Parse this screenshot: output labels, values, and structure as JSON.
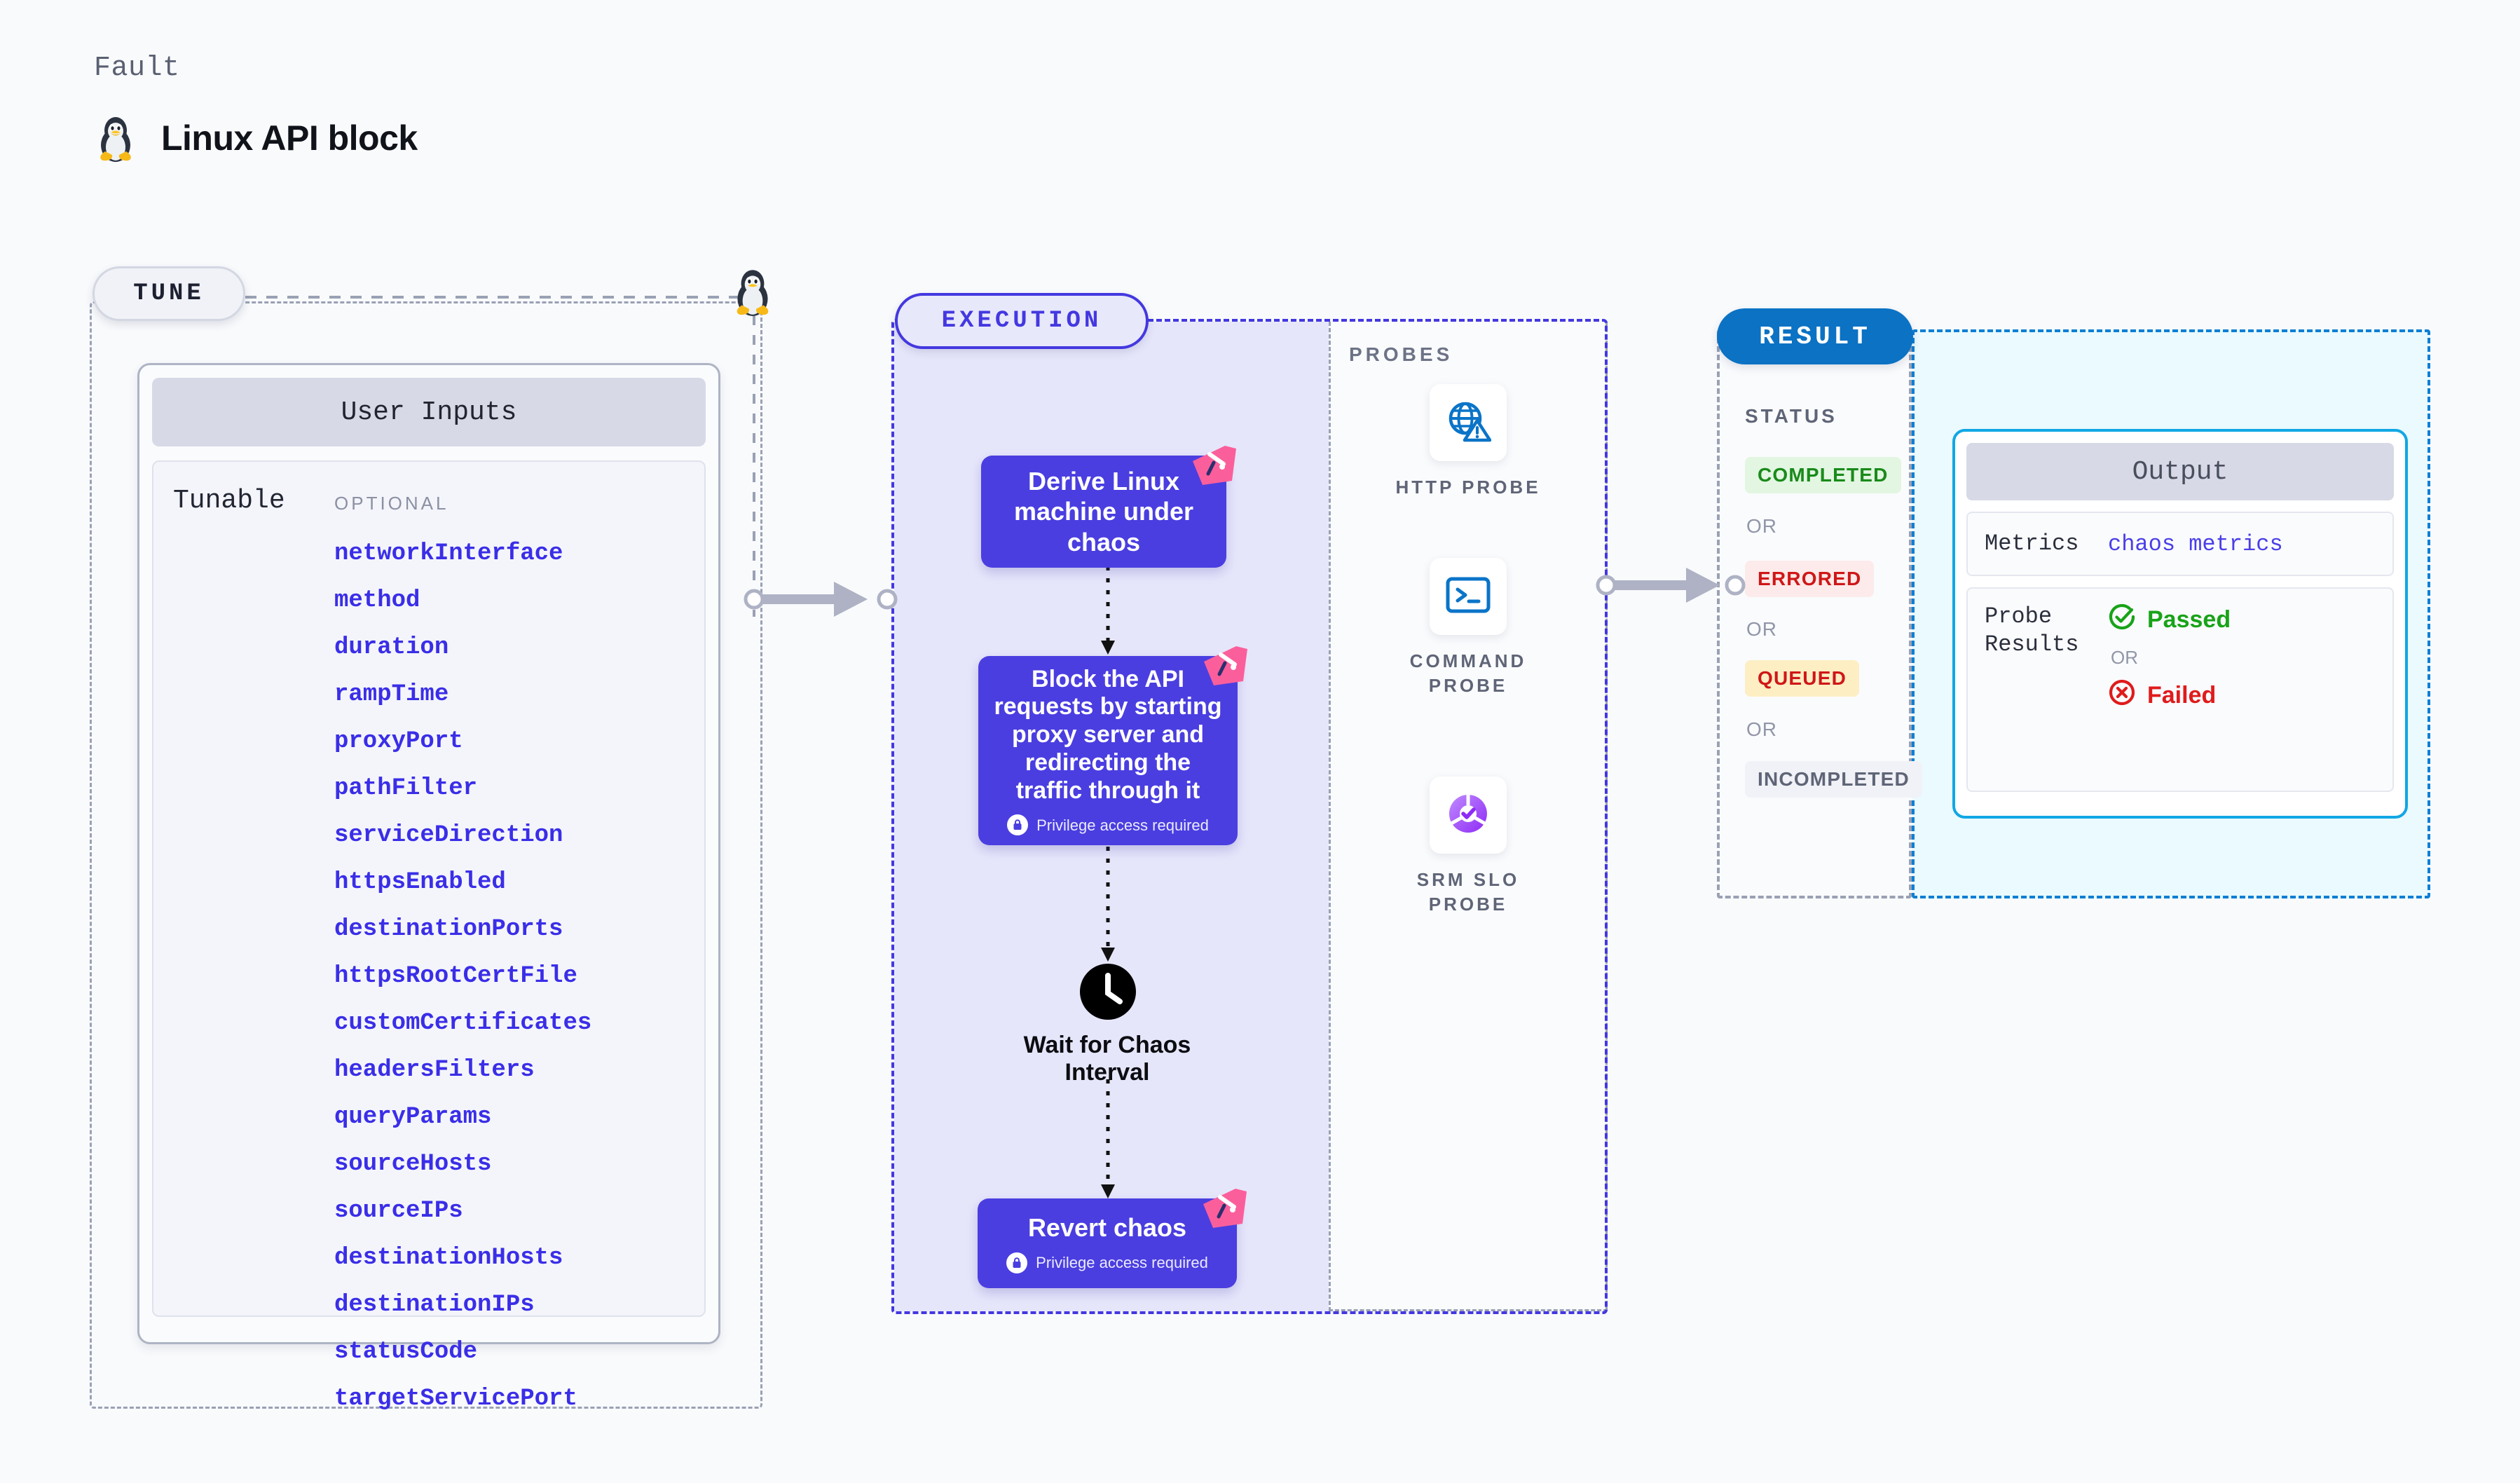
{
  "header": {
    "eyebrow": "Fault",
    "title": "Linux API block",
    "icon": "linux-penguin-icon"
  },
  "tune": {
    "pill_label": "TUNE",
    "card_title": "User Inputs",
    "group_label": "Tunable",
    "optional_label": "OPTIONAL",
    "tunables": [
      "networkInterface",
      "method",
      "duration",
      "rampTime",
      "proxyPort",
      "pathFilter",
      "serviceDirection",
      "httpsEnabled",
      "destinationPorts",
      "httpsRootCertFile",
      "customCertificates",
      "headersFilters",
      "queryParams",
      "sourceHosts",
      "sourceIPs",
      "destinationHosts",
      "destinationIPs",
      "statusCode",
      "targetServicePort"
    ]
  },
  "execution": {
    "pill_label": "EXECUTION",
    "nodes": [
      {
        "label": "Derive Linux machine under chaos",
        "privilege": null
      },
      {
        "label": "Block the API requests by starting proxy server and redirecting the traffic through it",
        "privilege": "Privilege access required"
      },
      {
        "label": "Wait for Chaos Interval",
        "privilege": null
      },
      {
        "label": "Revert chaos",
        "privilege": "Privilege access required"
      }
    ]
  },
  "probes": {
    "section_label": "PROBES",
    "items": [
      {
        "label": "HTTP PROBE",
        "icon": "globe-warning-icon"
      },
      {
        "label": "COMMAND PROBE",
        "icon": "terminal-icon"
      },
      {
        "label": "SRM SLO PROBE",
        "icon": "slo-donut-check-icon"
      }
    ]
  },
  "result": {
    "pill_label": "RESULT",
    "status_label": "STATUS",
    "or_label": "OR",
    "statuses": [
      {
        "text": "COMPLETED",
        "color": "#1a8a1a",
        "bg": "#e2f6e2"
      },
      {
        "text": "ERRORED",
        "color": "#cf1717",
        "bg": "#fdeaea"
      },
      {
        "text": "QUEUED",
        "color": "#cf1717",
        "bg": "#fdeec4"
      },
      {
        "text": "INCOMPLETED",
        "color": "#5f6577",
        "bg": "#f1f2f7"
      }
    ],
    "output": {
      "title": "Output",
      "metrics_key": "Metrics",
      "metrics_value": "chaos metrics",
      "probe_results_key": "Probe Results",
      "passed_label": "Passed",
      "failed_label": "Failed",
      "or_label": "OR"
    }
  },
  "colors": {
    "accent_indigo": "#4a3ee0",
    "accent_blue": "#0b72c4",
    "accent_cyan": "#11a7e4",
    "tunable_link": "#3a2ee8",
    "flag_pink": "#fb5f9b",
    "exec_fill": "#e6e6fb",
    "result_fill": "#eafaff",
    "page_bg": "#f9fafc"
  }
}
